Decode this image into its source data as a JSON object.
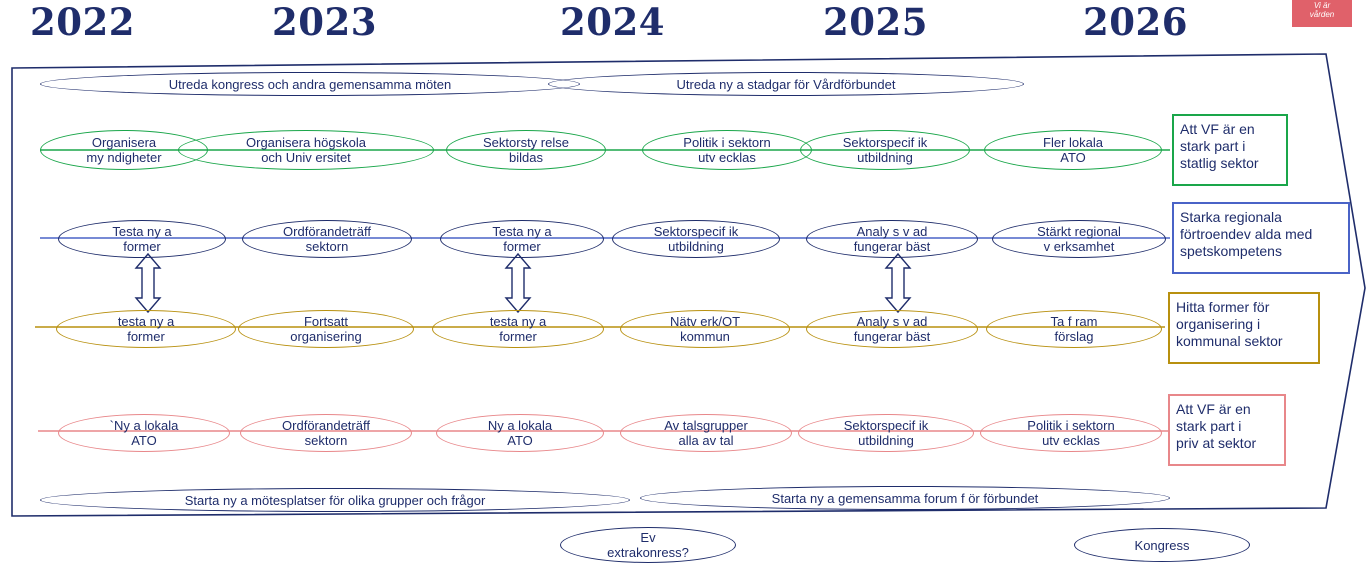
{
  "years": [
    "2022",
    "2023",
    "2024",
    "2025",
    "2026"
  ],
  "logo_text": [
    "Vi är",
    "vården"
  ],
  "colors": {
    "navy": "#1f2d6b",
    "green": "#1aa64a",
    "blue": "#4a63c7",
    "gold": "#b8900f",
    "pink": "#e8878a"
  },
  "top_row": [
    "Utreda kongress och andra gemensamma möten",
    "Utreda ny a stadgar för Vårdförbundet"
  ],
  "statlig": {
    "items": [
      "Organisera\nmy ndigheter",
      "Organisera högskola\noch Univ ersitet",
      "Sektorsty relse\nbildas",
      "Politik i sektorn\nutv ecklas",
      "Sektorspecif ik\nutbildning",
      "Fler lokala\nATO"
    ],
    "goal": "Att VF är en\nstark part i\nstatlig sektor"
  },
  "regional": {
    "items": [
      "Testa ny a\nformer",
      "Ordförandeträff\nsektorn",
      "Testa ny a\nformer",
      "Sektorspecif ik\nutbildning",
      "Analy s v ad\nfungerar bäst",
      "Stärkt regional\nv erksamhet"
    ],
    "goal": "Starka regionala\nförtroendev alda med\nspetskompetens"
  },
  "kommunal": {
    "items": [
      "testa ny a\nformer",
      "Fortsatt\norganisering",
      "testa ny a\nformer",
      "Nätv erk/OT\nkommun",
      "Analy s v ad\nfungerar bäst",
      "Ta f ram\nförslag"
    ],
    "goal": "Hitta former för\norganisering i\nkommunal sektor"
  },
  "privat": {
    "items": [
      "`Ny a lokala\nATO",
      "Ordförandeträff\nsektorn",
      "Ny a lokala\nATO",
      "Av talsgrupper\nalla av tal",
      "Sektorspecif ik\nutbildning",
      "Politik i sektorn\nutv ecklas"
    ],
    "goal": "Att VF är en\nstark part i\npriv at sektor"
  },
  "bottom_row": [
    "Starta ny a mötesplatser för olika grupper och frågor",
    "Starta ny a gemensamma forum f ör förbundet"
  ],
  "below": [
    "Ev\nextrakonress?",
    "Kongress"
  ]
}
